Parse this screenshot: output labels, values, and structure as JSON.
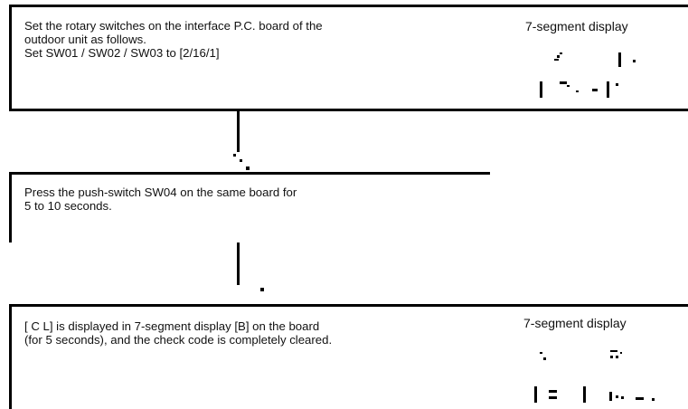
{
  "step1": {
    "instruction": "Set the rotary switches on the interface P.C. board of the\noutdoor unit as follows.\nSet SW01 / SW02 / SW03 to [2/16/1]",
    "display_label": "7-segment display"
  },
  "step2": {
    "instruction": "Press the push-switch SW04 on the same board for\n5 to 10 seconds."
  },
  "step3": {
    "instruction": "[ C L] is displayed in 7-segment display [B] on the board\n(for 5 seconds), and the check code is completely cleared.",
    "display_label": "7-segment display"
  },
  "colors": {
    "line": "#000000",
    "background": "#ffffff"
  }
}
